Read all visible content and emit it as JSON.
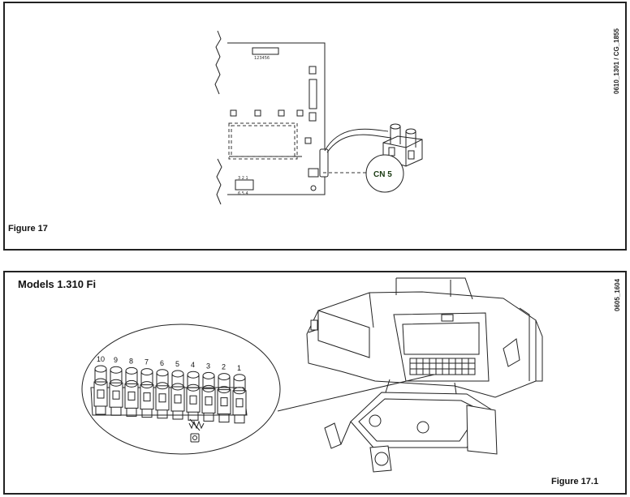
{
  "figure1": {
    "caption": "Figure 17",
    "drawing_code": "0610_1301 / CG_1855",
    "connector_label": "CN 5",
    "pin_row_top": "123456",
    "pin_row_small_a": "3 2 1",
    "pin_row_small_b": "6 5 4"
  },
  "figure2": {
    "title": "Models 1.310 Fi",
    "caption": "Figure 17.1",
    "drawing_code": "0605_1604",
    "terminal_numbers": [
      "10",
      "9",
      "8",
      "7",
      "6",
      "5",
      "4",
      "3",
      "2",
      "1"
    ]
  }
}
